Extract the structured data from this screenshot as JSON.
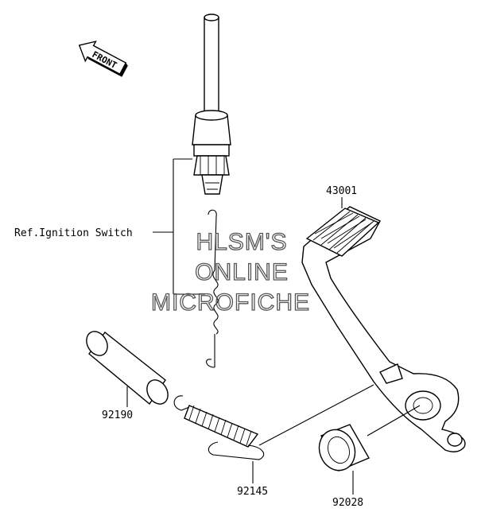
{
  "front_arrow": {
    "label": "FRONT"
  },
  "reference": {
    "label": "Ref.Ignition Switch"
  },
  "parts": [
    {
      "number": "43001"
    },
    {
      "number": "92190"
    },
    {
      "number": "92145"
    },
    {
      "number": "92028"
    }
  ],
  "watermark": {
    "line1": "HLSM'S",
    "line2": "ONLINE",
    "line3": "MICROFICHE",
    "color": "#555555"
  }
}
